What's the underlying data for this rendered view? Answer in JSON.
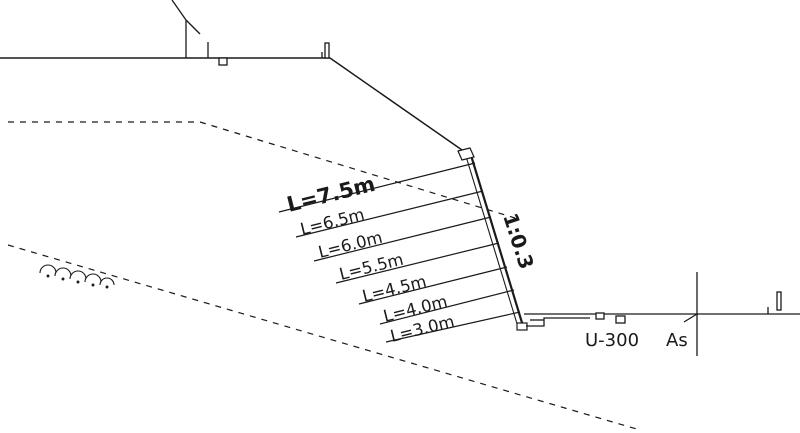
{
  "labels": {
    "anchors": [
      "L=7.5m",
      "L=6.5m",
      "L=6.0m",
      "L=5.5m",
      "L=4.5m",
      "L=4.0m",
      "L=3.0m"
    ],
    "slope_ratio": "1:0.3",
    "gutter": "U-300",
    "pavement": "As"
  },
  "colors": {
    "line": "#1a1a1a"
  }
}
